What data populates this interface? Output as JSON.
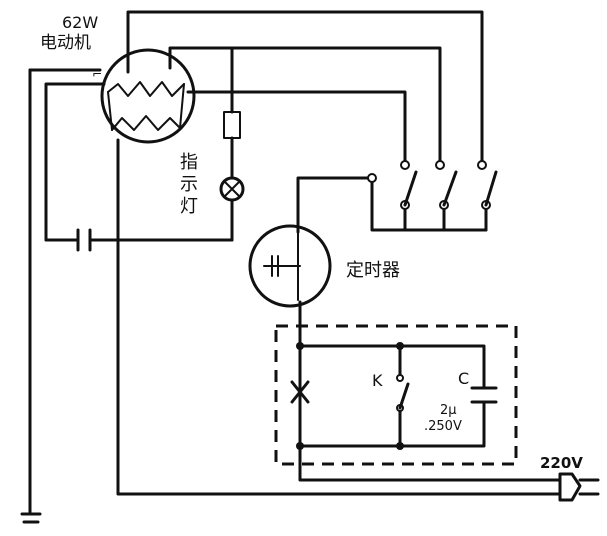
{
  "motor": {
    "power": "62W",
    "name": "电动机",
    "terminal_mark": "⌐"
  },
  "indicator": {
    "name_line1": "指",
    "name_line2": "示",
    "name_line3": "灯"
  },
  "timer": {
    "name": "定时器"
  },
  "switch_k": {
    "name": "K"
  },
  "capacitor_c": {
    "name": "C",
    "value": "2μ",
    "voltage": ".250V"
  },
  "power_supply": {
    "voltage": "220V"
  },
  "colors": {
    "ink": "#111111",
    "paper": "#ffffff"
  }
}
